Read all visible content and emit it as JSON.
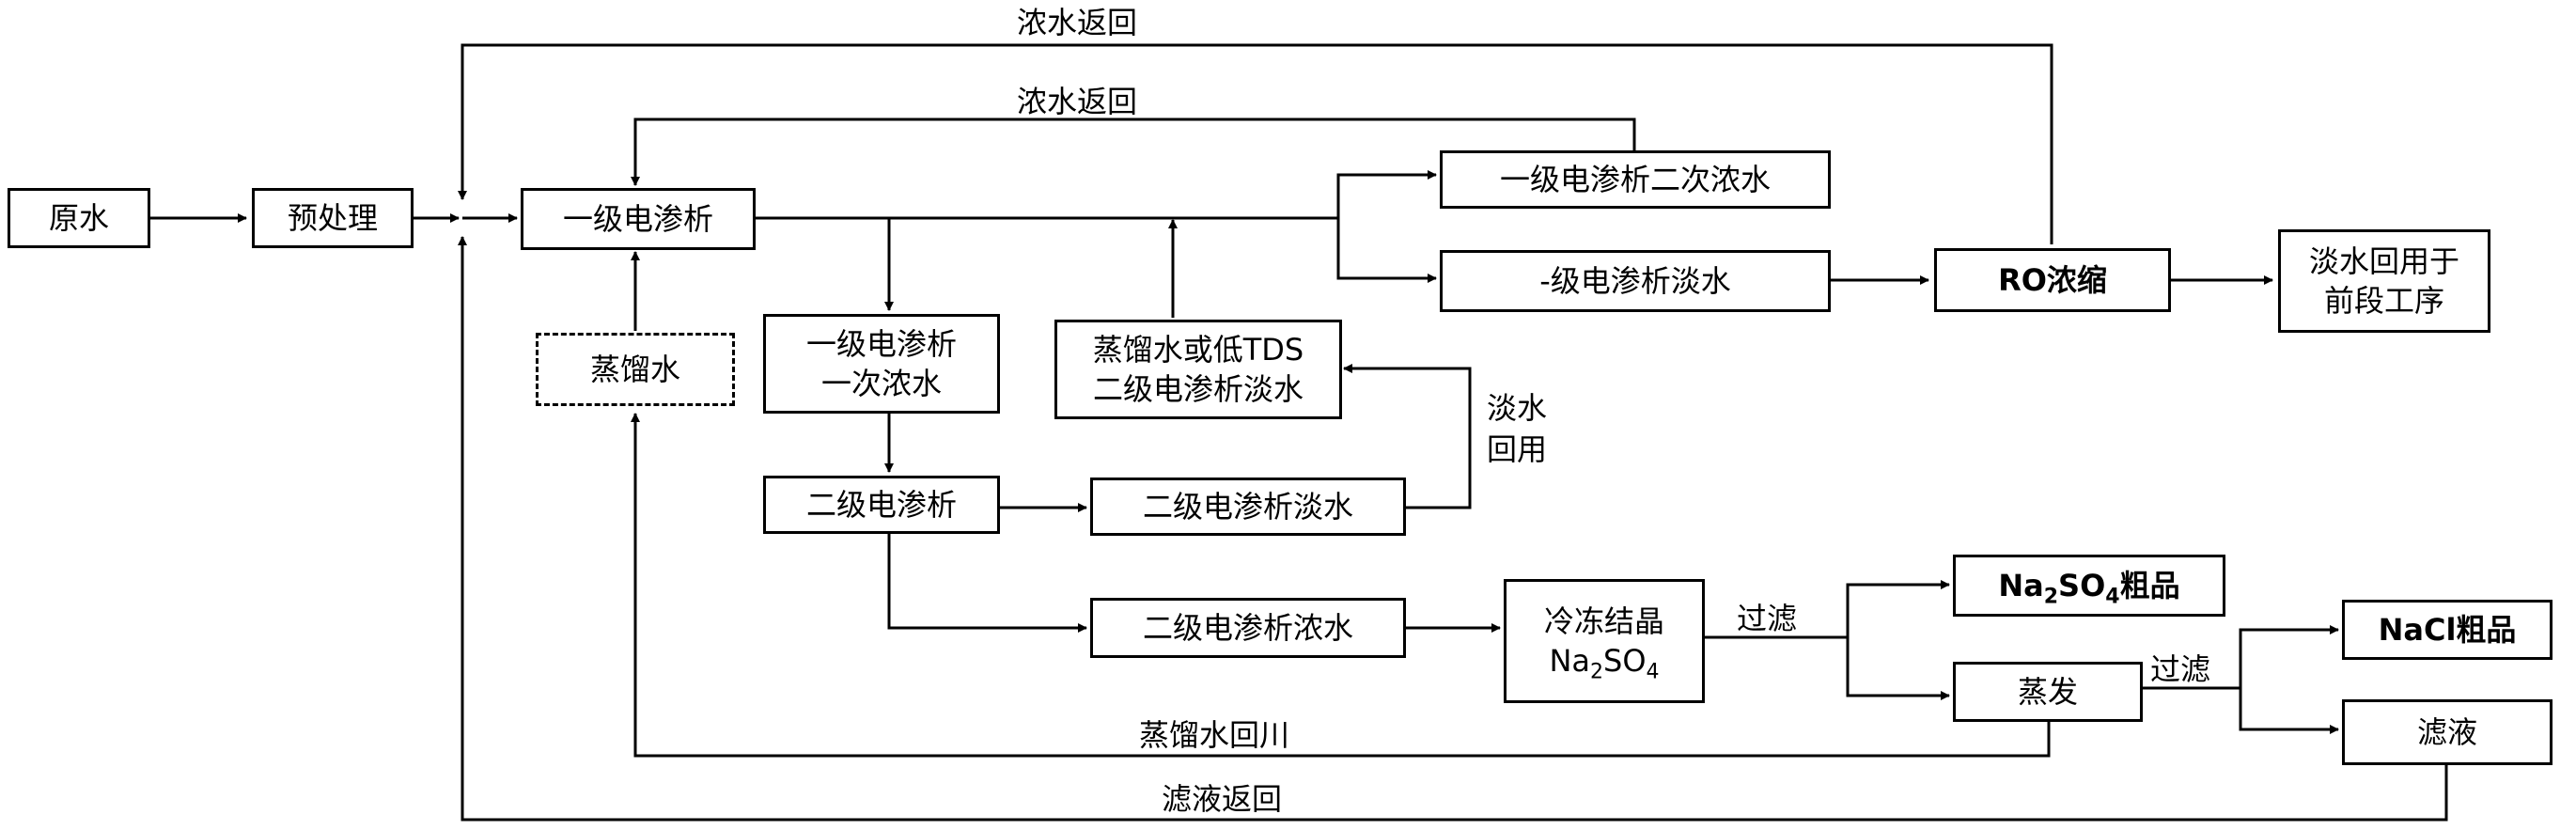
{
  "boxes": {
    "raw_water": "原水",
    "pretreatment": "预处理",
    "ed1": "一级电渗析",
    "distilled": "蒸馏水",
    "ed1_conc2": "一级电渗析二次浓水",
    "ed1_fresh": "-级电渗析淡水",
    "ro": "RO浓缩",
    "fresh_reuse_line1": "淡水回用于",
    "fresh_reuse_line2": "前段工序",
    "ed1_conc1_line1": "一级电渗析",
    "ed1_conc1_line2": "一次浓水",
    "distill_tds_line1": "蒸馏水或低TDS",
    "distill_tds_line2": "二级电渗析淡水",
    "ed2": "二级电渗析",
    "ed2_fresh": "二级电渗析淡水",
    "ed2_conc": "二级电渗析浓水",
    "freeze_line1": "冷冻结晶",
    "freeze_chem": "Na",
    "freeze_sub1": "2",
    "freeze_mid": "SO",
    "freeze_sub2": "4",
    "na2so4_chem": "Na",
    "na2so4_sub1": "2",
    "na2so4_mid": "SO",
    "na2so4_sub2": "4",
    "na2so4_tail": "粗品",
    "evaporate": "蒸发",
    "nacl": "NaCl粗品",
    "filtrate": "滤液"
  },
  "labels": {
    "conc_return_top": "浓水返回",
    "conc_return_mid": "浓水返回",
    "fresh_reuse_line1": "淡水",
    "fresh_reuse_line2": "回用",
    "filter1": "过滤",
    "filter2": "过滤",
    "distill_reuse": "蒸馏水回川",
    "filtrate_return": "滤液返回"
  }
}
